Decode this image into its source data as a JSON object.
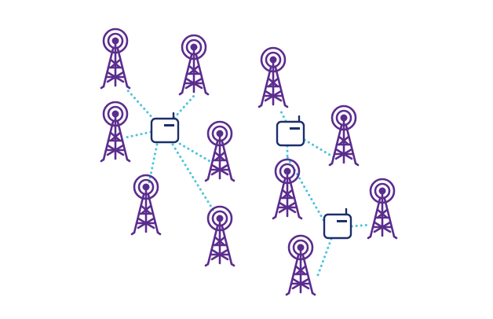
{
  "colors": {
    "background": "#ffffff",
    "tower": "#5b2d8e",
    "router": "#1c2f6b",
    "link": "#4cc3dc"
  },
  "icons": {
    "tower": "radio-tower-icon",
    "router": "wireless-router-icon"
  },
  "networks": [
    {
      "id": "cluster-left",
      "routers": [
        "router-1"
      ],
      "towers": [
        "tower-1",
        "tower-2",
        "tower-3",
        "tower-4",
        "tower-5",
        "tower-6"
      ]
    },
    {
      "id": "cluster-right",
      "routers": [
        "router-2",
        "router-3"
      ],
      "towers": [
        "tower-7",
        "tower-8",
        "tower-9",
        "tower-10",
        "tower-11"
      ]
    }
  ],
  "links": [
    {
      "from": "router-1",
      "to": "tower-1"
    },
    {
      "from": "router-1",
      "to": "tower-2"
    },
    {
      "from": "router-1",
      "to": "tower-3"
    },
    {
      "from": "router-1",
      "to": "tower-4"
    },
    {
      "from": "router-1",
      "to": "tower-5"
    },
    {
      "from": "router-1",
      "to": "tower-6"
    },
    {
      "from": "router-2",
      "to": "tower-7"
    },
    {
      "from": "router-2",
      "to": "tower-8"
    },
    {
      "from": "router-2",
      "to": "tower-9"
    },
    {
      "from": "router-3",
      "to": "tower-9"
    },
    {
      "from": "router-3",
      "to": "tower-10"
    },
    {
      "from": "router-3",
      "to": "tower-11"
    }
  ]
}
